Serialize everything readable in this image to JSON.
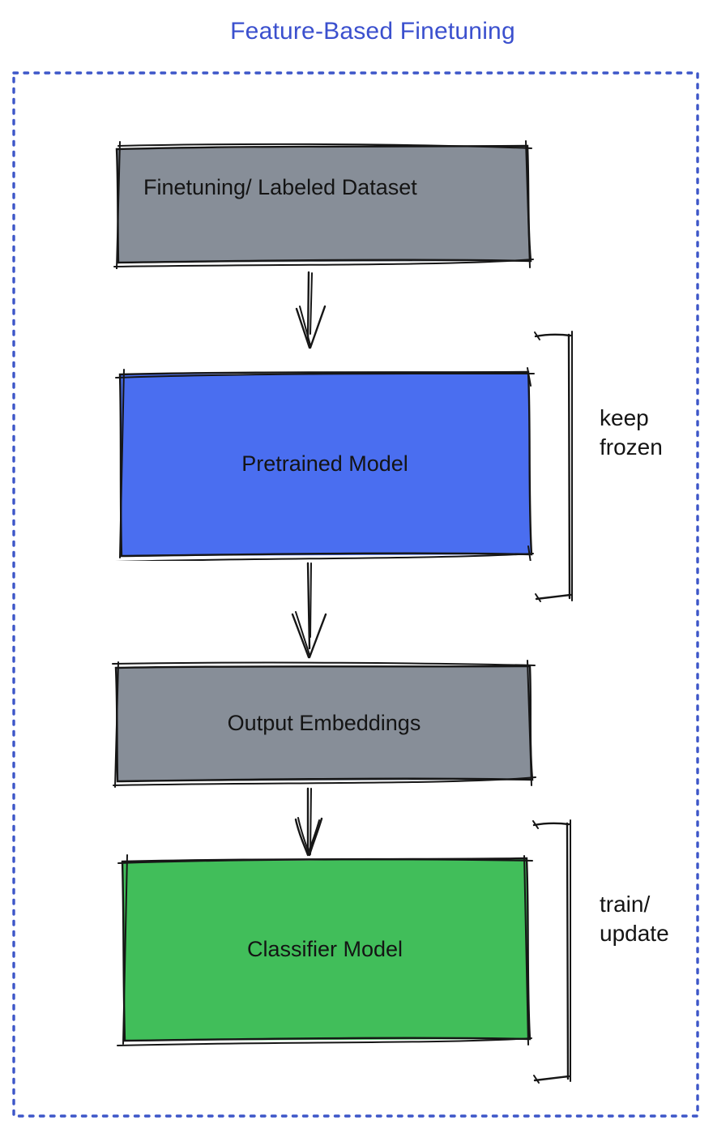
{
  "title": "Feature-Based Finetuning",
  "colors": {
    "title_blue": "#3B50CE",
    "frame_blue": "#3D56C8",
    "node_gray": "#878E98",
    "node_blue": "#4A6EF0",
    "node_green": "#41BE5A",
    "ink": "#141414"
  },
  "nodes": {
    "dataset": {
      "label": "Finetuning/ Labeled Dataset",
      "color_role": "gray"
    },
    "pretrained": {
      "label": "Pretrained Model",
      "color_role": "blue"
    },
    "embeddings": {
      "label": "Output Embeddings",
      "color_role": "gray"
    },
    "classifier": {
      "label": "Classifier Model",
      "color_role": "green"
    }
  },
  "annotations": {
    "keep_frozen": {
      "line1": "keep",
      "line2": "frozen",
      "applies_to": "Pretrained Model"
    },
    "train_update": {
      "line1": "train/",
      "line2": "update",
      "applies_to": "Classifier Model"
    }
  },
  "flow": [
    {
      "from": "dataset",
      "to": "pretrained"
    },
    {
      "from": "pretrained",
      "to": "embeddings"
    },
    {
      "from": "embeddings",
      "to": "classifier"
    }
  ]
}
